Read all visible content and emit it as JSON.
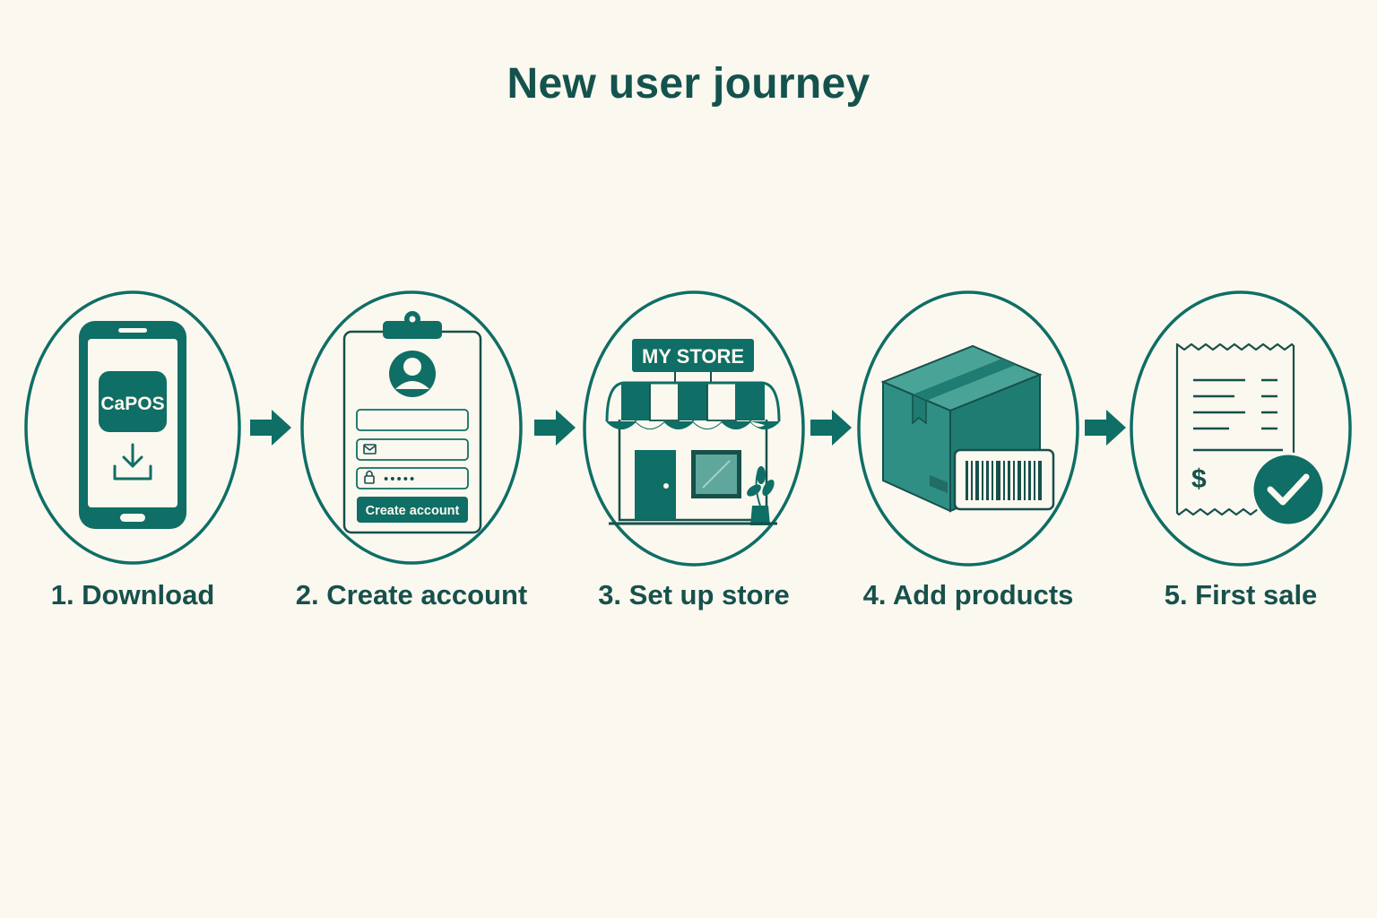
{
  "title": "New user journey",
  "steps": [
    {
      "label": "1. Download",
      "icon": "phone-download-icon",
      "app_name": "CaPOS"
    },
    {
      "label": "2. Create account",
      "icon": "clipboard-form-icon",
      "button_label": "Create account",
      "password_mask": "•••••"
    },
    {
      "label": "3. Set up store",
      "icon": "storefront-icon",
      "sign_text": "MY STORE"
    },
    {
      "label": "4. Add products",
      "icon": "box-barcode-icon"
    },
    {
      "label": "5. First sale",
      "icon": "receipt-check-icon",
      "currency_symbol": "$"
    }
  ],
  "colors": {
    "primary": "#0f6e65",
    "dark": "#16504b",
    "background": "#fbf8ef",
    "box_fill": "#2f8f84"
  }
}
